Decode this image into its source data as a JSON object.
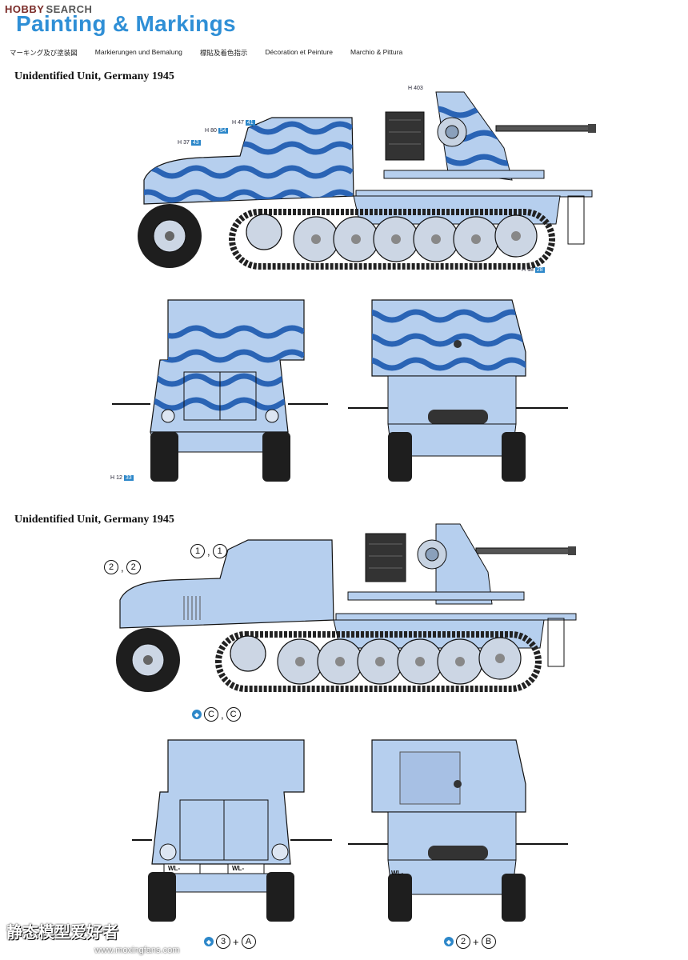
{
  "watermark": {
    "brand": "HOBBY",
    "suffix": "SEARCH"
  },
  "header": {
    "title": "Painting & Markings",
    "languages": [
      "マーキング及び塗装図",
      "Markierungen und Bemalung",
      "標貼及着色指示",
      "Décoration et Peinture",
      "Marchio & Pittura"
    ]
  },
  "sections": [
    {
      "heading": "Unidentified Unit, Germany 1945"
    },
    {
      "heading": "Unidentified Unit, Germany 1945"
    }
  ],
  "paint_labels": {
    "gun_shield": {
      "h": "H",
      "code": "403"
    },
    "cab_roof": {
      "h": "H",
      "code": "47",
      "box": "41"
    },
    "cab_side": {
      "h": "H",
      "code": "80",
      "box": "54"
    },
    "hood": {
      "h": "H",
      "code": "37",
      "box": "43"
    },
    "tracks": {
      "h": "H",
      "code": "18",
      "box": "28"
    },
    "front_tire": {
      "h": "H",
      "code": "12",
      "box": "33"
    }
  },
  "markers": {
    "decal_11": {
      "a": "1",
      "b": "1"
    },
    "decal_22": {
      "a": "2",
      "b": "2"
    },
    "decal_cc": {
      "a": "C",
      "b": "C"
    },
    "decal_3a": {
      "num": "3",
      "plus": "+",
      "letter": "A"
    },
    "decal_2b": {
      "num": "2",
      "plus": "+",
      "letter": "B"
    },
    "plates": {
      "front": "WL-",
      "rear": "WL-"
    }
  },
  "footer": {
    "site": "静态模型爱好者",
    "url": "www.moxingfans.com"
  },
  "colors": {
    "base": "#b6cfee",
    "camo": "#2a64b5",
    "accent": "#2f8fd6",
    "line": "#1b1b1b"
  }
}
